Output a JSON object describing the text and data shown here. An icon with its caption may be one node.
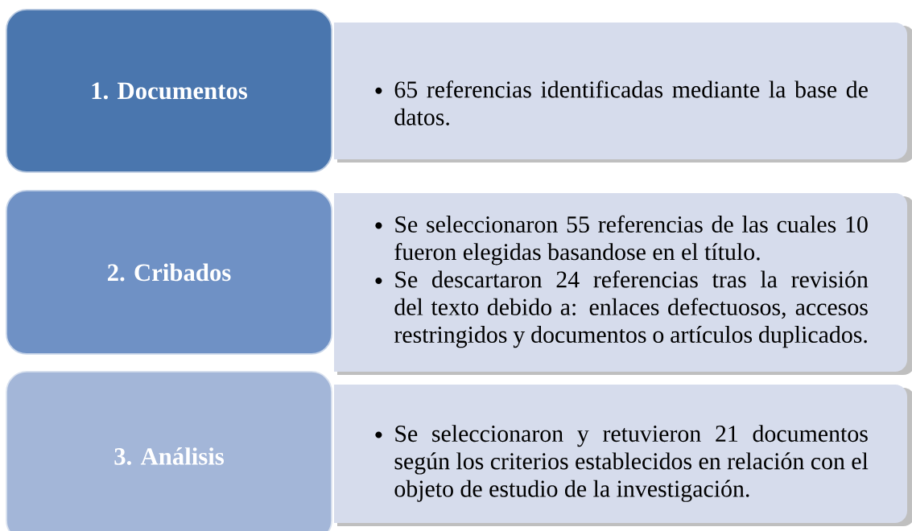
{
  "diagram": {
    "nodes": [
      {
        "text": [
          "1. Documentos"
        ]
      },
      {
        "text": [
          "65 referencias identificadas mediante la base de datos."
        ]
      },
      {
        "text": [
          "2. Cribados"
        ]
      },
      {
        "text": [
          "Se seleccionaron 55 referencias de las cuales 10 fueron elegidas basandose en el título.",
          "Se descartaron 24 referencias tras la revisión del texto debido a: enlaces defectuosos, accesos restringidos y documentos o artículos duplicados."
        ]
      },
      {
        "text": [
          "3. Análisis"
        ]
      },
      {
        "text": [
          "Se seleccionaron y retuvieron 21 documentos según los criterios establecidos en relación con el objeto de estudio de la investigación."
        ]
      }
    ]
  }
}
